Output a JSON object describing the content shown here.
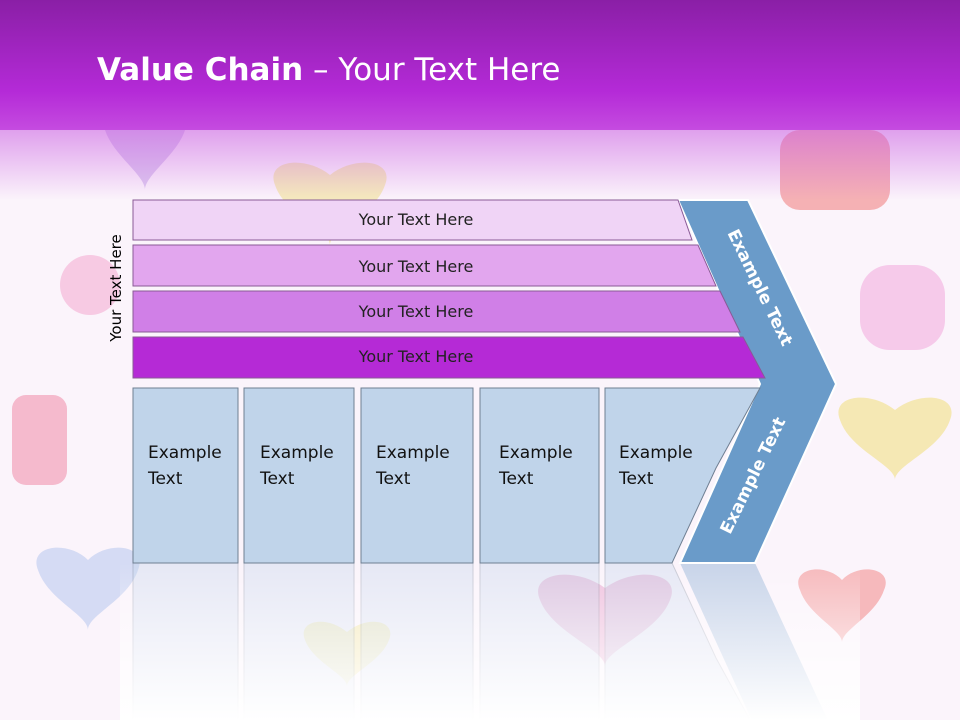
{
  "slide": {
    "title_bold": "Value Chain",
    "title_rest": "– Your Text Here",
    "side_label": "Your Text Here"
  },
  "rows": [
    {
      "label": "Your Text Here",
      "fill": "#f0d4f6"
    },
    {
      "label": "Your Text Here",
      "fill": "#e2a6ee"
    },
    {
      "label": "Your Text Here",
      "fill": "#d07fe7"
    },
    {
      "label": "Your Text Here",
      "fill": "#b52ad6"
    }
  ],
  "boxes": [
    {
      "line1": "Example",
      "line2": "Text"
    },
    {
      "line1": "Example",
      "line2": "Text"
    },
    {
      "line1": "Example",
      "line2": "Text"
    },
    {
      "line1": "Example",
      "line2": "Text"
    },
    {
      "line1": "Example",
      "line2": "Text"
    }
  ],
  "arrow": {
    "upper_label": "Example Text",
    "lower_label": "Example Text",
    "fill": "#6a9bc9"
  },
  "colors": {
    "header": "#a925c9",
    "box_fill": "#c0d4ea",
    "box_stroke": "#6f7f92"
  }
}
